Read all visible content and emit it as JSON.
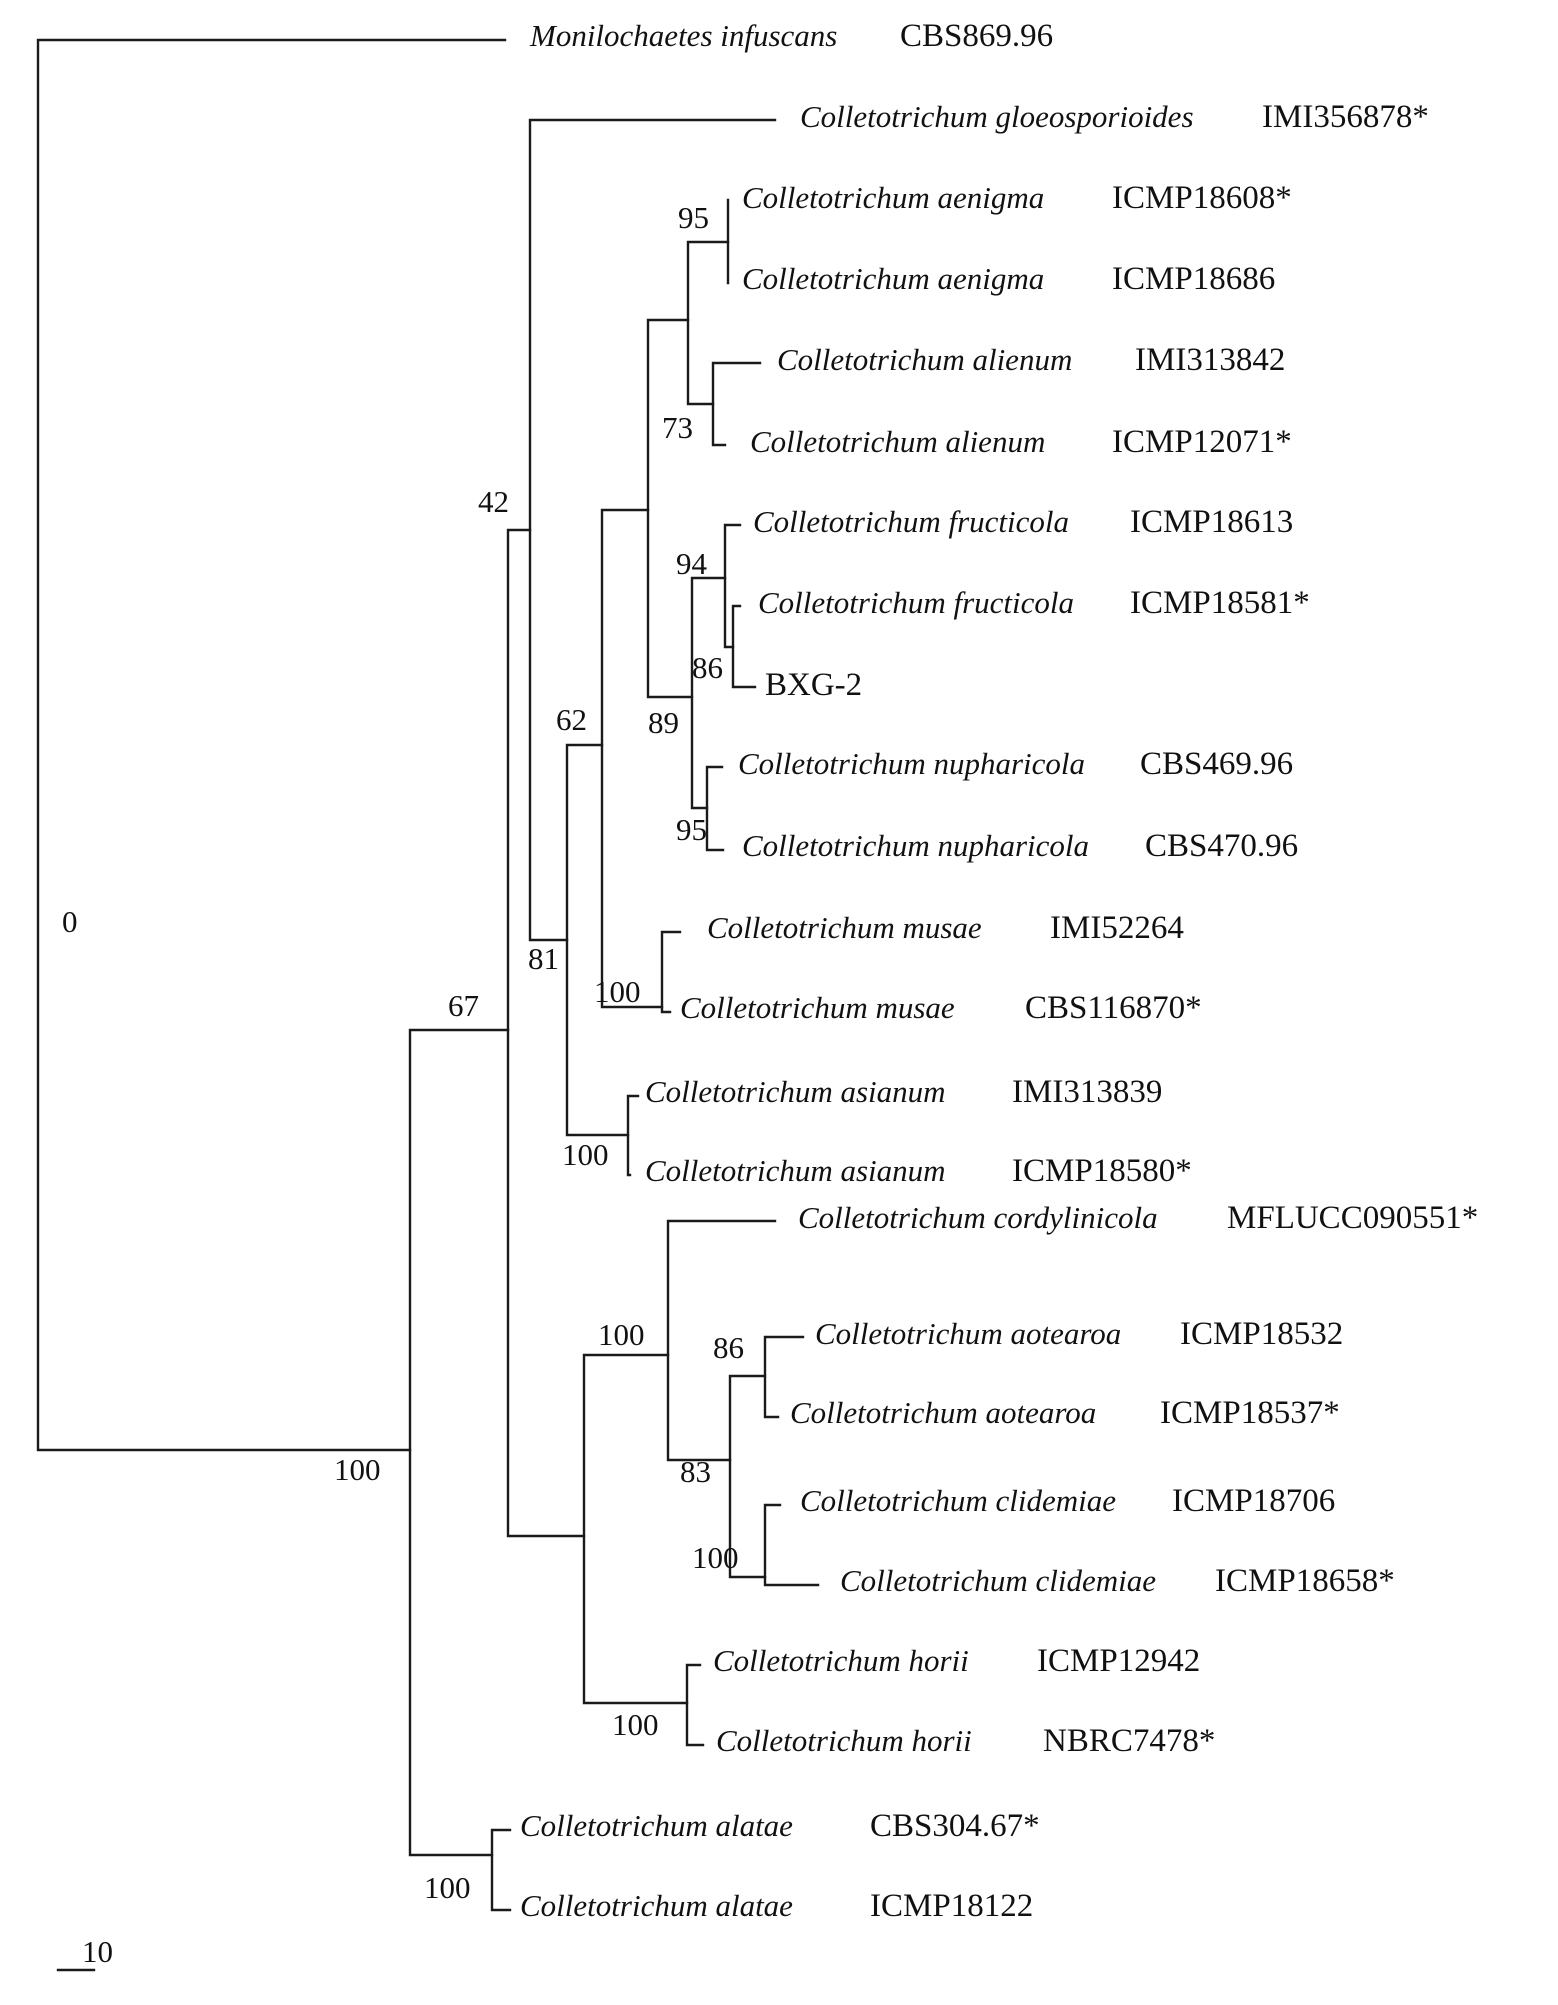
{
  "tree": {
    "taxa": [
      {
        "species": "Monilochaetes infuscans",
        "strain": "CBS869.96"
      },
      {
        "species": "Colletotrichum gloeosporioides",
        "strain": "IMI356878*"
      },
      {
        "species": "Colletotrichum aenigma",
        "strain": "ICMP18608*"
      },
      {
        "species": "Colletotrichum aenigma",
        "strain": "ICMP18686"
      },
      {
        "species": "Colletotrichum alienum",
        "strain": "IMI313842"
      },
      {
        "species": "Colletotrichum alienum",
        "strain": "ICMP12071*"
      },
      {
        "species": "Colletotrichum fructicola",
        "strain": "ICMP18613"
      },
      {
        "species": "Colletotrichum fructicola",
        "strain": "ICMP18581*"
      },
      {
        "species": "",
        "strain": "BXG-2"
      },
      {
        "species": "Colletotrichum nupharicola",
        "strain": "CBS469.96"
      },
      {
        "species": "Colletotrichum nupharicola",
        "strain": "CBS470.96"
      },
      {
        "species": "Colletotrichum musae",
        "strain": "IMI52264"
      },
      {
        "species": "Colletotrichum musae",
        "strain": "CBS116870*"
      },
      {
        "species": "Colletotrichum asianum",
        "strain": "IMI313839"
      },
      {
        "species": "Colletotrichum asianum",
        "strain": "ICMP18580*"
      },
      {
        "species": "Colletotrichum cordylinicola",
        "strain": "MFLUCC090551*"
      },
      {
        "species": "Colletotrichum aotearoa",
        "strain": "ICMP18532"
      },
      {
        "species": "Colletotrichum aotearoa",
        "strain": "ICMP18537*"
      },
      {
        "species": "Colletotrichum clidemiae",
        "strain": "ICMP18706"
      },
      {
        "species": "Colletotrichum clidemiae",
        "strain": "ICMP18658*"
      },
      {
        "species": "Colletotrichum horii",
        "strain": "ICMP12942"
      },
      {
        "species": "Colletotrichum horii",
        "strain": "NBRC7478*"
      },
      {
        "species": "Colletotrichum alatae",
        "strain": "CBS304.67*"
      },
      {
        "species": "Colletotrichum alatae",
        "strain": "ICMP18122"
      }
    ],
    "bootstrap": [
      "0",
      "42",
      "95",
      "73",
      "94",
      "86",
      "89",
      "95",
      "62",
      "100",
      "81",
      "100",
      "67",
      "100",
      "86",
      "83",
      "100",
      "100",
      "100",
      "100"
    ],
    "scale_bar": "10"
  }
}
